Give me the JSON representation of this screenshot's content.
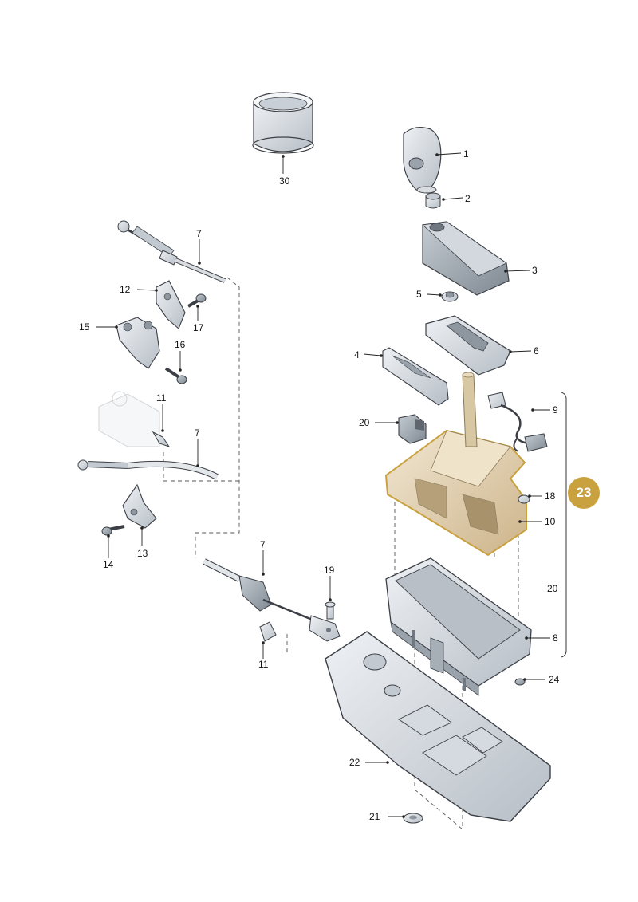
{
  "colors": {
    "part_fill": "#dfe3e8",
    "part_shadow": "#a9b0b8",
    "part_outline": "#3c4046",
    "highlight_fill": "#e8dcc4",
    "highlight_outline": "#c9a23f",
    "leader_line": "#222222"
  },
  "callouts": {
    "c1": "1",
    "c2": "2",
    "c3": "3",
    "c4": "4",
    "c5": "5",
    "c6": "6",
    "c7a": "7",
    "c7b": "7",
    "c7c": "7",
    "c8": "8",
    "c9": "9",
    "c10": "10",
    "c11a": "11",
    "c11b": "11",
    "c12": "12",
    "c13": "13",
    "c14": "14",
    "c15": "15",
    "c16": "16",
    "c17": "17",
    "c18": "18",
    "c19": "19",
    "c20a": "20",
    "c20b": "20",
    "c21": "21",
    "c22": "22",
    "c24": "24",
    "c30": "30"
  },
  "highlight": {
    "label": "23"
  }
}
